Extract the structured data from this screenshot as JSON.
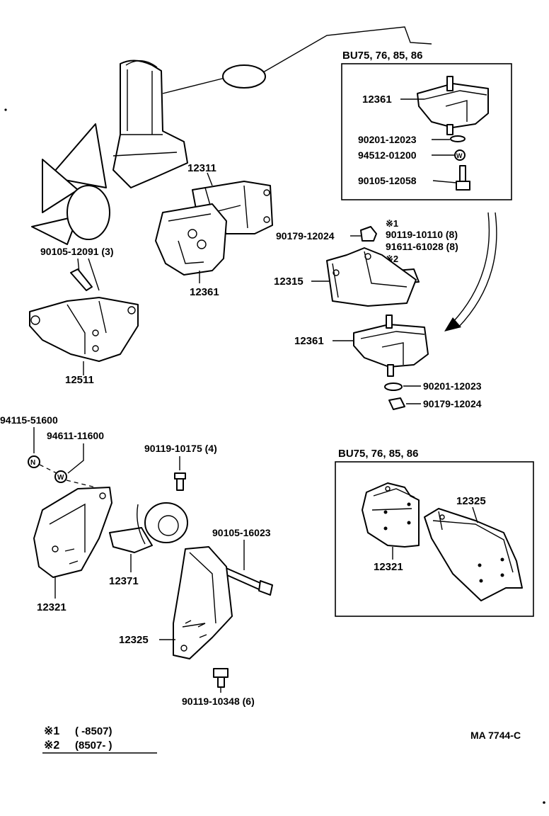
{
  "colors": {
    "ink": "#000000",
    "paper": "#ffffff"
  },
  "labels": {
    "box_top_title": "BU75, 76, 85, 86",
    "box_top_12361": "12361",
    "box_top_90201": "90201-12023",
    "box_top_94512": "94512-01200",
    "box_top_90105": "90105-12058",
    "p12311": "12311",
    "p12361_mid": "12361",
    "p90105_12091": "90105-12091 (3)",
    "p12511": "12511",
    "note_mark1": "※1",
    "p90179_12024_a": "90179-12024",
    "p90119_10110": "90119-10110 (8)",
    "p91611_61028": "91611-61028 (8)",
    "note_mark2": "※2",
    "p12315": "12315",
    "p12361_right": "12361",
    "p90201_12023_b": "90201-12023",
    "p90179_12024_b": "90179-12024",
    "p94115_51600": "94115-51600",
    "p94611_11600": "94611-11600",
    "p90119_10175": "90119-10175 (4)",
    "p12321_left": "12321",
    "p12371": "12371",
    "p90105_16023": "90105-16023",
    "p12325_left": "12325",
    "p90119_10348": "90119-10348 (6)",
    "box_bottom_title": "BU75, 76, 85, 86",
    "box_bottom_12325": "12325",
    "box_bottom_12321": "12321",
    "nut_letter_n": "N",
    "washer_letter_w": "W",
    "washer_letter_w2": "W",
    "legend1_mark": "※1",
    "legend1_text": "(      -8507)",
    "legend2_mark": "※2",
    "legend2_text": "(8507-       )",
    "diagram_code": "MA 7744-C"
  }
}
